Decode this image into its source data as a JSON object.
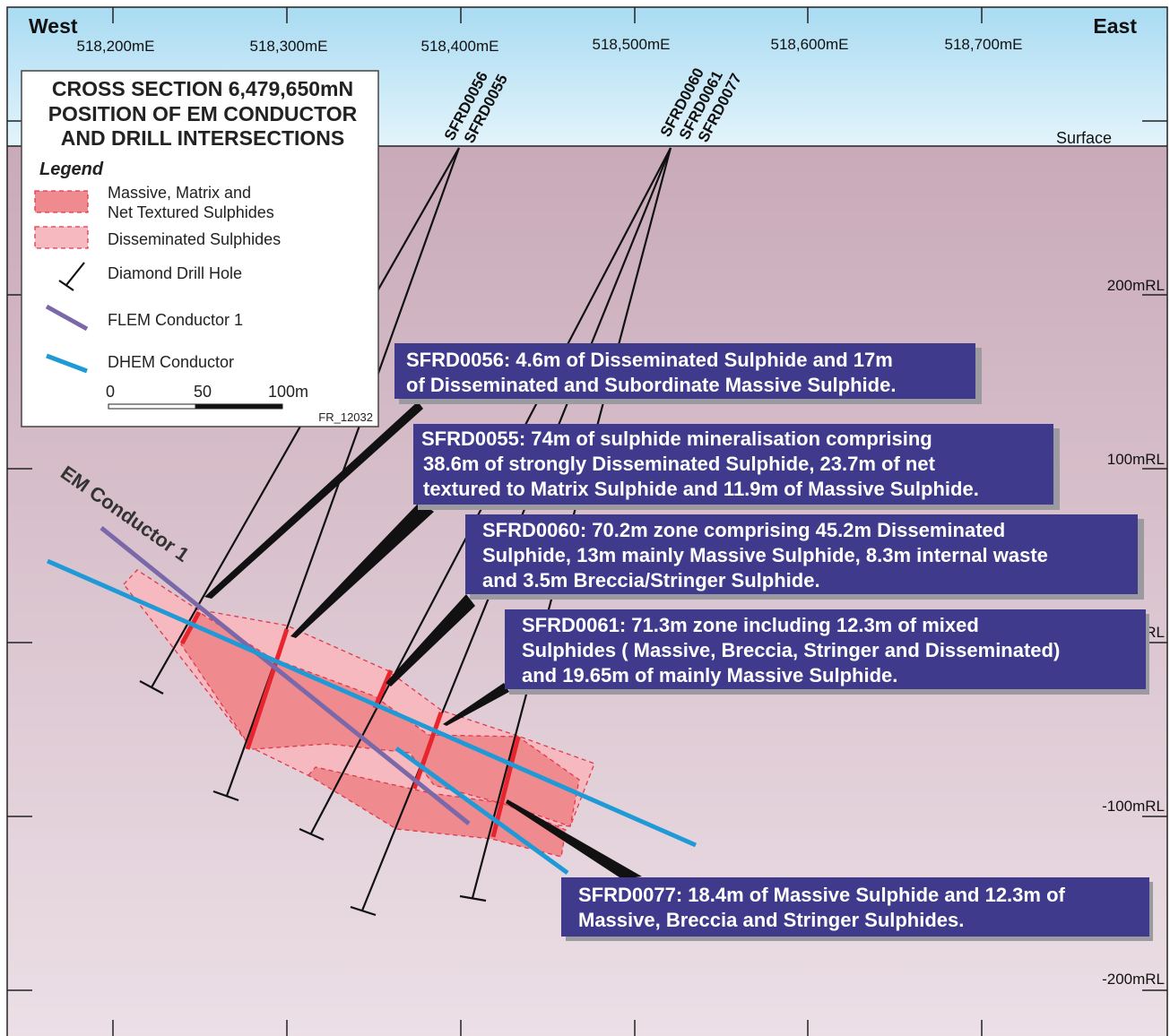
{
  "header": {
    "west": "West",
    "east": "East",
    "surface": "Surface"
  },
  "eastings": [
    "518,200mE",
    "518,300mE",
    "518,400mE",
    "518,500mE",
    "518,600mE",
    "518,700mE"
  ],
  "elevations": [
    "200mRL",
    "100mRL",
    "RL",
    "-100mRL",
    "-200mRL"
  ],
  "drill_collars": {
    "group_a": [
      "SFRD0056",
      "SFRD0055"
    ],
    "group_b": [
      "SFRD0060",
      "SFRD0061",
      "SFRD0077"
    ]
  },
  "legend": {
    "title_lines": [
      "CROSS SECTION 6,479,650mN",
      "POSITION OF EM CONDUCTOR",
      "AND DRILL INTERSECTIONS"
    ],
    "heading": "Legend",
    "massive_line1": "Massive, Matrix and",
    "massive_line2": "Net Textured Sulphides",
    "disseminated": "Disseminated Sulphides",
    "drill_hole": "Diamond Drill Hole",
    "flem": "FLEM Conductor 1",
    "dhem": "DHEM Conductor",
    "scale_labels": [
      "0",
      "50",
      "100m"
    ],
    "ref": "FR_12032"
  },
  "em_conductor_label": "EM Conductor 1",
  "callouts": [
    {
      "lines": [
        "SFRD0056: 4.6m of Disseminated Sulphide and 17m",
        "of Disseminated and Subordinate Massive Sulphide."
      ]
    },
    {
      "lines": [
        "SFRD0055: 74m of sulphide mineralisation comprising",
        "38.6m of strongly Disseminated Sulphide, 23.7m of net",
        "textured to Matrix Sulphide and 11.9m of Massive Sulphide."
      ]
    },
    {
      "lines": [
        "SFRD0060: 70.2m zone comprising 45.2m Disseminated",
        "Sulphide, 13m mainly Massive Sulphide, 8.3m internal waste",
        "and 3.5m Breccia/Stringer Sulphide."
      ]
    },
    {
      "lines": [
        "SFRD0061: 71.3m zone including 12.3m of mixed",
        "Sulphides ( Massive, Breccia, Stringer and Disseminated)",
        "and 19.65m of mainly Massive Sulphide."
      ]
    },
    {
      "lines": [
        "SFRD0077: 18.4m of Massive Sulphide and 12.3m of",
        "Massive, Breccia and Stringer Sulphides."
      ]
    }
  ],
  "colors": {
    "sky_top": "#a9dbf2",
    "sky_bottom": "#e3f4fb",
    "ground_top": "#c9aab8",
    "ground_bottom": "#ecdfe6",
    "callout": "#3f3a8c",
    "massive": "#ef8a8f",
    "disseminated": "#f6b9bf",
    "flem": "#7b68a8",
    "dhem": "#1f9ad6"
  }
}
